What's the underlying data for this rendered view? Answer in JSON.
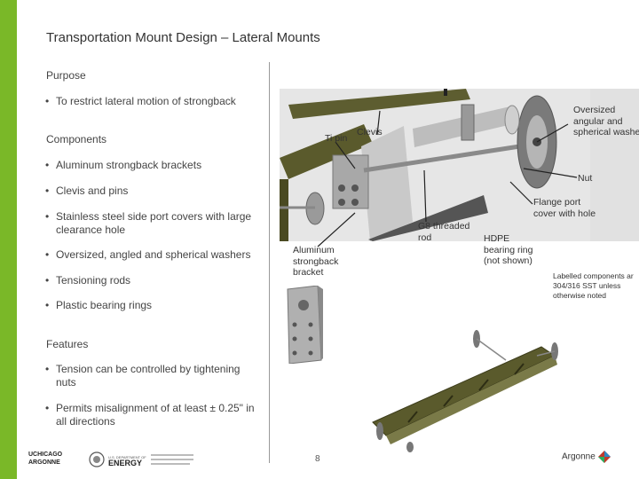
{
  "title": "Transportation Mount Design – Lateral Mounts",
  "purpose": {
    "heading": "Purpose",
    "bullets": [
      "To restrict lateral motion of strongback"
    ]
  },
  "components": {
    "heading": "Components",
    "bullets": [
      "Aluminum strongback brackets",
      "Clevis and pins",
      "Stainless steel side port covers with large clearance hole",
      "Oversized, angled and spherical washers",
      "Tensioning rods",
      "Plastic bearing rings"
    ]
  },
  "features": {
    "heading": "Features",
    "bullets": [
      "Tension can be controlled by tightening nuts",
      "Permits misalignment of at least ± 0.25\" in all directions"
    ]
  },
  "callouts": {
    "ti_pin": "Ti pin",
    "clevis": "Clevis",
    "oversized_1": "Oversized",
    "oversized_2": "angular and",
    "oversized_3": "spherical washe",
    "nut": "Nut",
    "flange_1": "Flange port",
    "flange_2": "cover with hole",
    "g8_1": "G8 threaded",
    "g8_2": "rod",
    "hdpe_1": "HDPE",
    "hdpe_2": "bearing ring",
    "hdpe_3": "(not shown)",
    "alu_1": "Aluminum",
    "alu_2": "strongback",
    "alu_3": "bracket",
    "note_1": "Labelled components ar",
    "note_2": "304/316 SST unless",
    "note_3": "otherwise noted"
  },
  "page_number": "8",
  "logos": {
    "uchicago_1": "UCHICAGO",
    "uchicago_2": "ARGONNE",
    "energy": "ENERGY",
    "argonne": "Argonne"
  },
  "colors": {
    "accent_green": "#7ab828",
    "olive_frame": "#55552a",
    "steel_gray": "#9a9a9a"
  }
}
